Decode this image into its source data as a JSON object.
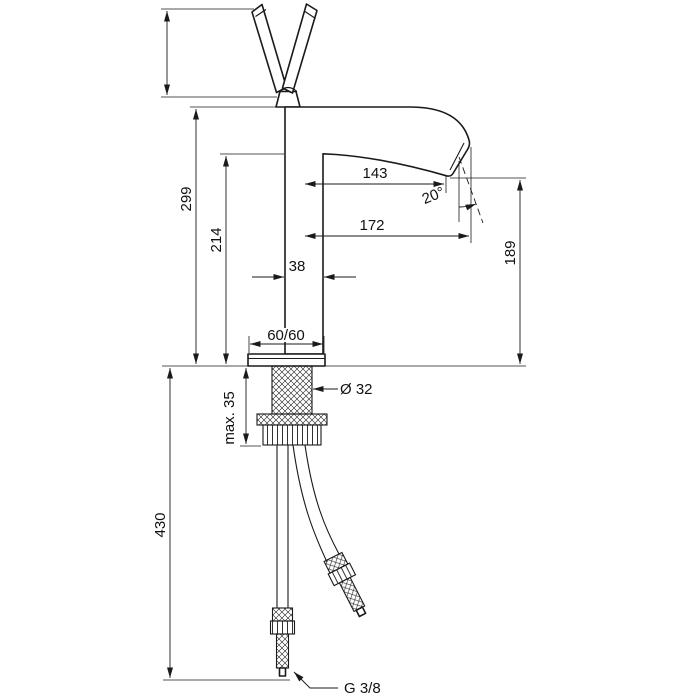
{
  "drawing": {
    "subject": "single-lever basin mixer tap - dimensional drawing",
    "line_color": "#1a1a1a",
    "background": "#ffffff",
    "dims": {
      "total_height": "299",
      "spout_height": "214",
      "spout_reach": "143",
      "tip_reach": "172",
      "outlet_height": "189",
      "body_width": "38",
      "base_plate": "60/60",
      "shank_diameter": "Ø 32",
      "max_counter_thickness": "max. 35",
      "hose_length": "430",
      "connection_thread": "G 3/8",
      "outlet_angle": "20°"
    }
  }
}
